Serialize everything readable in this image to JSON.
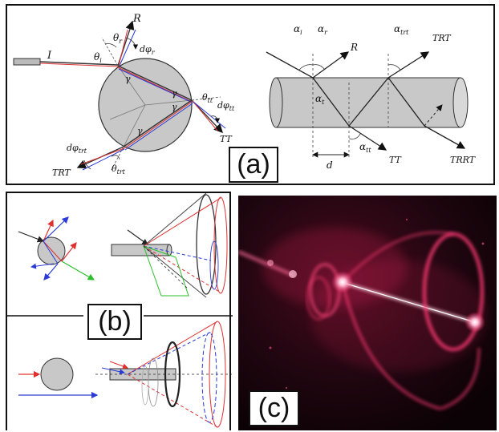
{
  "panel_a": {
    "tag": "(a)",
    "left_diagram": {
      "ray_labels": [
        "I",
        "R",
        "TT",
        "TRT"
      ],
      "angle_labels": [
        "θ",
        "θ",
        "dφ",
        "γ",
        "γ",
        "γ",
        "γ",
        "θ",
        "dφ",
        "dφ",
        "θ"
      ],
      "angle_subscripts": [
        "i",
        "r",
        "r",
        "",
        "",
        "",
        "",
        "tt",
        "tt",
        "trt",
        "trt"
      ]
    },
    "right_diagram": {
      "ray_labels": [
        "R",
        "TT",
        "TRT",
        "TRRT"
      ],
      "alpha": "α",
      "alpha_subscripts": [
        "i",
        "r",
        "t",
        "tt",
        "trt"
      ],
      "spacing_label": "d"
    }
  },
  "panel_b": {
    "tag": "(b)"
  },
  "panel_c": {
    "tag": "(c)"
  },
  "colors": {
    "fiber_gray": "#c8c8c8",
    "ray_red": "#e03030",
    "ray_blue": "#2a3ad8",
    "ray_green": "#2bbf2b",
    "photo_glow": "#ff2a6a"
  }
}
